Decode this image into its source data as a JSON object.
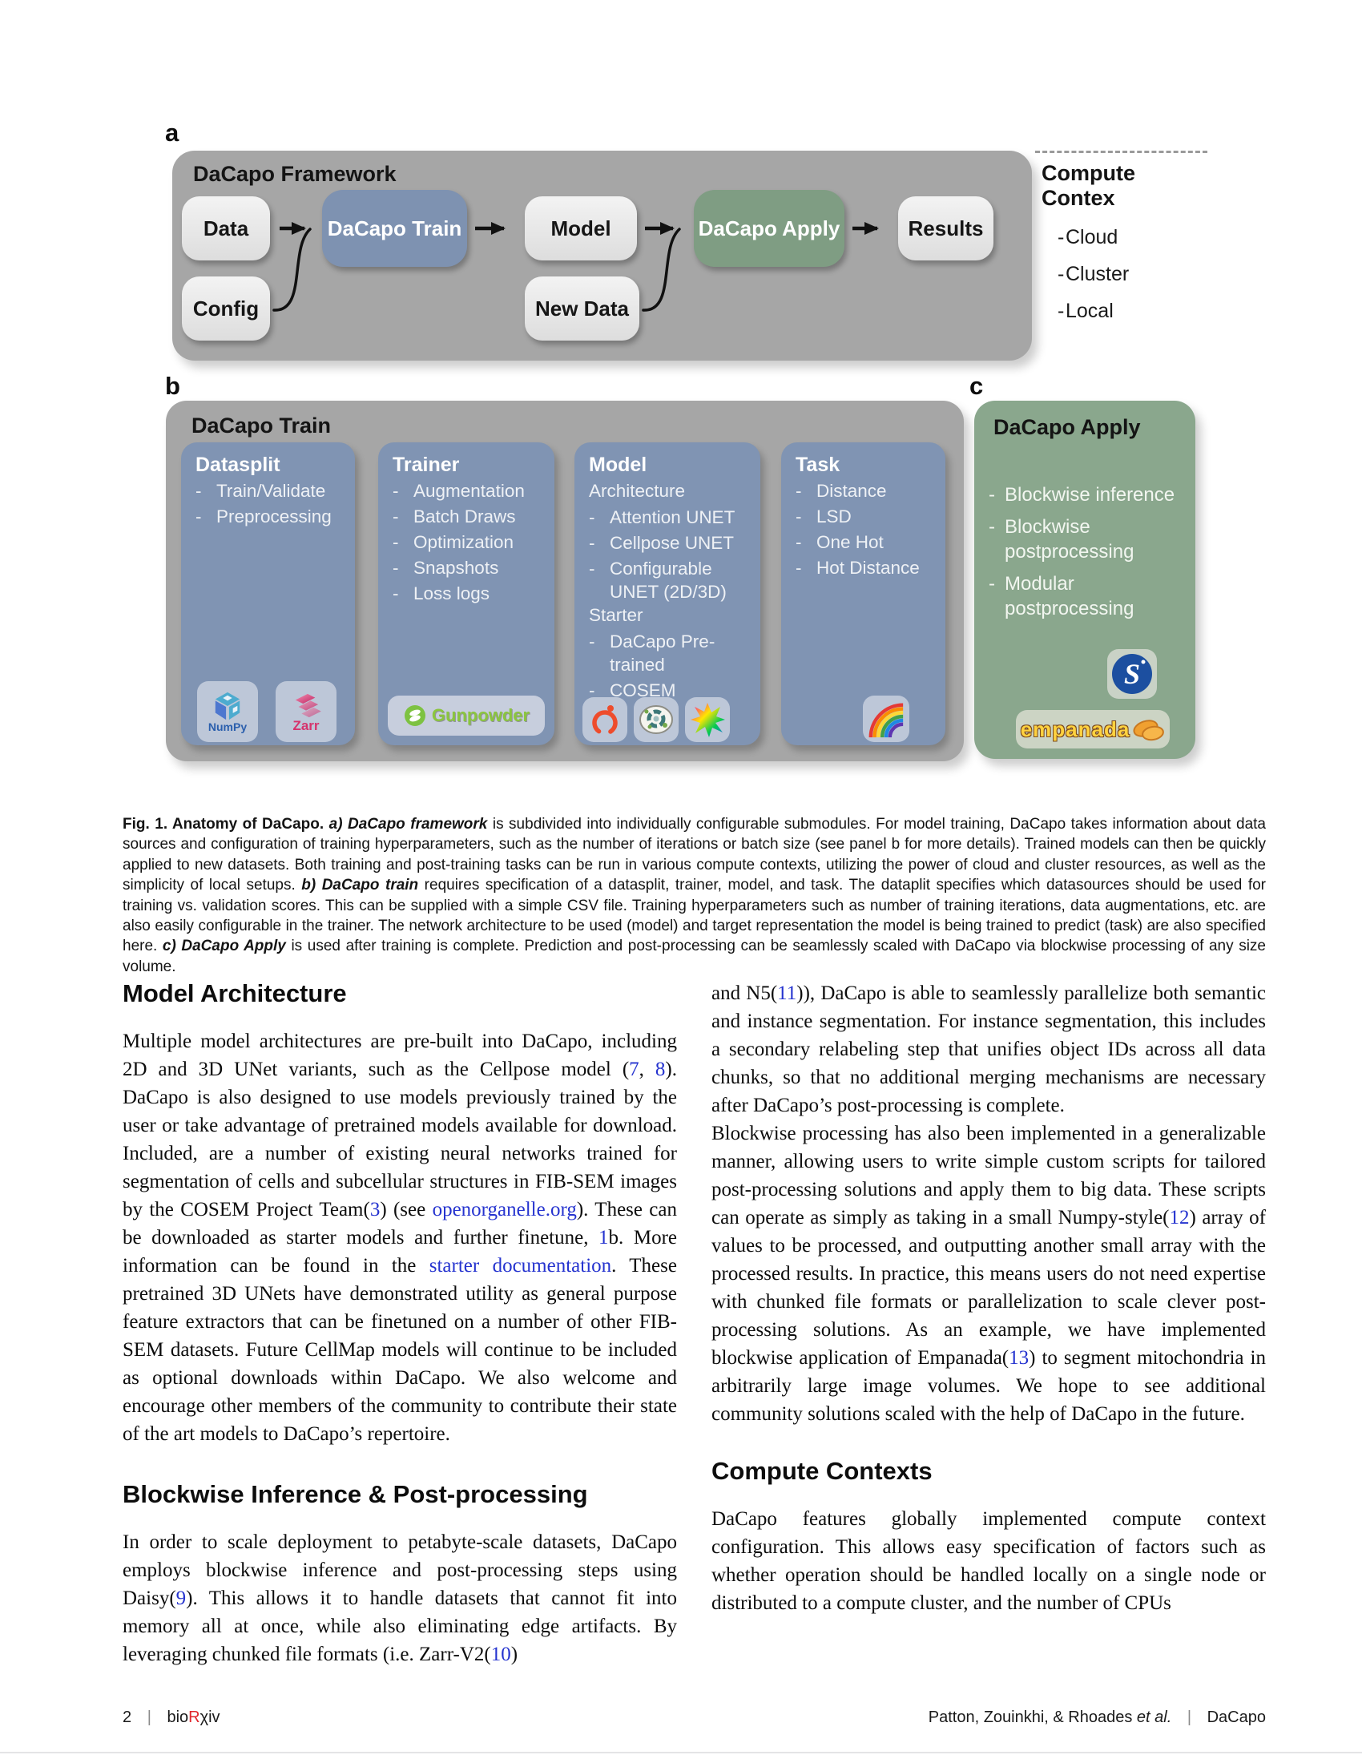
{
  "figure": {
    "bullet": "-",
    "labels": {
      "a": "a",
      "b": "b",
      "c": "c"
    },
    "panel_a": {
      "title": "DaCapo Framework",
      "nodes": {
        "data": "Data",
        "train": "DaCapo Train",
        "model": "Model",
        "apply": "DaCapo Apply",
        "results": "Results",
        "config": "Config",
        "new_data": "New Data"
      }
    },
    "compute_context": {
      "title": "Compute Contex",
      "items": [
        "Cloud",
        "Cluster",
        "Local"
      ]
    },
    "panel_b": {
      "title": "DaCapo Train",
      "datasplit": {
        "header": "Datasplit",
        "items": [
          "Train/Validate",
          "Preprocessing"
        ],
        "numpy_label": "NumPy",
        "zarr_label": "Zarr"
      },
      "trainer": {
        "header": "Trainer",
        "items": [
          "Augmentation",
          "Batch Draws",
          "Optimization",
          "Snapshots",
          "Loss logs"
        ],
        "gunpowder_label": "Gunpowder"
      },
      "model": {
        "header": "Model",
        "arch_label": "Architecture",
        "arch_items": [
          "Attention UNET",
          "Cellpose UNET",
          "Configurable UNET (2D/3D)"
        ],
        "starter_label": "Starter",
        "starter_items": [
          "DaCapo Pre-trained",
          "COSEM"
        ]
      },
      "task": {
        "header": "Task",
        "items": [
          "Distance",
          "LSD",
          "One Hot",
          "Hot Distance"
        ]
      }
    },
    "panel_c": {
      "title": "DaCapo Apply",
      "items": [
        "Blockwise inference",
        "Blockwise postprocessing",
        "Modular postprocessing"
      ],
      "s_icon_letter": "S",
      "empanada_label": "empanada"
    }
  },
  "caption": {
    "segments": [
      {
        "t": "Fig. 1.  Anatomy of DaCapo.  ",
        "s": "b"
      },
      {
        "t": "a) DaCapo framework",
        "s": "bi"
      },
      {
        "t": " is subdivided into individually configurable submodules.  For model training, DaCapo takes information about data sources and configuration of training hyperparameters, such as the number of iterations or batch size (see panel b for more details).  Trained models can then be quickly applied to new datasets.  Both training and post-training tasks can be run in various compute contexts, utilizing the power of cloud and cluster resources, as well as the simplicity of local setups. ",
        "s": ""
      },
      {
        "t": "b) DaCapo train",
        "s": "bi"
      },
      {
        "t": " requires specification of a datasplit, trainer, model, and task. The dataplit specifies which datasources should be used for training vs. validation scores. This can be supplied with a simple CSV file. Training hyperparameters such as number of training iterations, data augmentations, etc. are also easily configurable in the trainer.  The network architecture to be used (model) and target representation the model is being trained to predict (task) are also specified here.  ",
        "s": ""
      },
      {
        "t": "c) DaCapo Apply",
        "s": "bi"
      },
      {
        "t": " is used after training is complete.  Prediction and post-processing can be seamlessly scaled with DaCapo via blockwise processing of any size volume.",
        "s": ""
      }
    ]
  },
  "article": {
    "headings": {
      "model_architecture": "Model Architecture",
      "blockwise": "Blockwise Inference & Post-processing",
      "compute_contexts": "Compute Contexts"
    },
    "paragraphs": {
      "p1": {
        "segments": [
          {
            "t": "Multiple model architectures are pre-built into DaCapo, including 2D and 3D UNet variants, such as the Cellpose model (",
            "s": ""
          },
          {
            "t": "7",
            "s": "link"
          },
          {
            "t": ", ",
            "s": ""
          },
          {
            "t": "8",
            "s": "link"
          },
          {
            "t": ").  DaCapo is also designed to use models previously trained by the user or take advantage of pretrained models available for download.  Included, are a number of existing neural networks trained for segmentation of cells and subcellular structures in FIB-SEM images by the COSEM Project Team(",
            "s": ""
          },
          {
            "t": "3",
            "s": "link"
          },
          {
            "t": ") (see ",
            "s": ""
          },
          {
            "t": "openorganelle.org",
            "s": "link"
          },
          {
            "t": ").  These can be downloaded as starter models and further finetune, ",
            "s": ""
          },
          {
            "t": "1",
            "s": "link"
          },
          {
            "t": "b.  More information can be found in the ",
            "s": ""
          },
          {
            "t": "starter documentation",
            "s": "link"
          },
          {
            "t": ".  These pretrained 3D UNets have demonstrated utility as general purpose feature extractors that can be finetuned on a number of other FIB-SEM datasets.  Future CellMap models will continue to be included as optional downloads within DaCapo.  We also welcome and encourage other members of the community to contribute their state of the art models to DaCapo’s repertoire.",
            "s": ""
          }
        ]
      },
      "p2": {
        "segments": [
          {
            "t": "In order to scale deployment to petabyte-scale datasets, DaCapo employs blockwise inference and post-processing steps using Daisy(",
            "s": ""
          },
          {
            "t": "9",
            "s": "link"
          },
          {
            "t": ").  This allows it to handle datasets that cannot fit into memory all at once, while also eliminating edge artifacts.  By leveraging chunked file formats (i.e.  Zarr-V2(",
            "s": ""
          },
          {
            "t": "10",
            "s": "link"
          },
          {
            "t": ")",
            "s": ""
          }
        ]
      },
      "p3": {
        "segments": [
          {
            "t": "and N5(",
            "s": ""
          },
          {
            "t": "11",
            "s": "link"
          },
          {
            "t": ")), DaCapo is able to seamlessly parallelize both semantic and instance segmentation.  For instance segmentation, this includes a secondary relabeling step that unifies object IDs across all data chunks, so that no additional merging mechanisms are necessary after DaCapo’s post-processing is complete.",
            "s": ""
          }
        ]
      },
      "p4": {
        "segments": [
          {
            "t": "Blockwise processing has also been implemented in a generalizable manner, allowing users to write simple custom scripts for tailored post-processing solutions and apply them to big data. These scripts can operate as simply as taking in a small Numpy-style(",
            "s": ""
          },
          {
            "t": "12",
            "s": "link"
          },
          {
            "t": ") array of values to be processed, and outputting another small array with the processed results.  In practice, this means users do not need expertise with chunked file formats or parallelization to scale clever post-processing solutions.  As an example, we have implemented blockwise application of Empanada(",
            "s": ""
          },
          {
            "t": "13",
            "s": "link"
          },
          {
            "t": ") to segment mitochondria in arbitrarily large image volumes.  We hope to see additional community solutions scaled with the help of DaCapo in the future.",
            "s": ""
          }
        ]
      },
      "p5": {
        "segments": [
          {
            "t": "DaCapo features globally implemented compute context configuration.  This allows easy specification of factors such as whether operation should be handled locally on a single node or distributed to a compute cluster, and the number of CPUs",
            "s": ""
          }
        ]
      }
    }
  },
  "footer": {
    "page": "2",
    "separator": "|",
    "brand_bio": "bio",
    "brand_r": "R",
    "brand_xiv": "χiv",
    "authors": "Patton, Zouinkhi, & Rhoades ",
    "etal": "et al.",
    "paper": "DaCapo"
  }
}
